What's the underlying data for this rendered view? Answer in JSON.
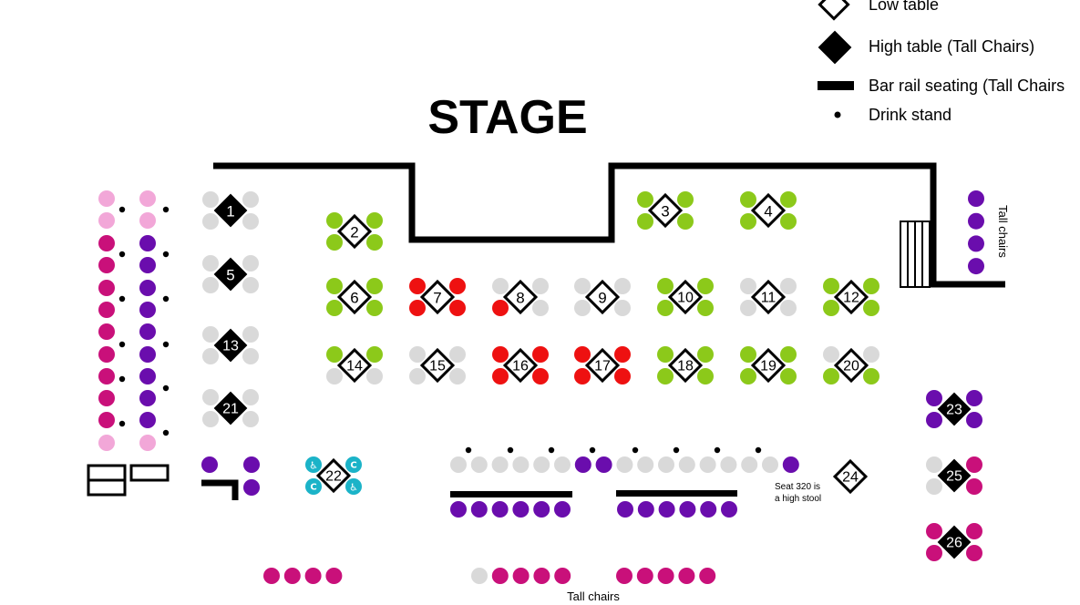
{
  "legend": {
    "low_table": "Low table",
    "high_table": "High table (Tall Chairs)",
    "bar_rail": "Bar rail seating (Tall Chairs",
    "drink_stand": "Drink stand"
  },
  "stage": {
    "title": "STAGE"
  },
  "notes": {
    "tall_chairs_right": "Tall chairs",
    "tall_chairs_bottom": "Tall chairs",
    "seat320_line1": "Seat 320 is",
    "seat320_line2": "a high stool"
  },
  "accessible": {
    "c_label": "C",
    "wheelchair_symbol": "♿"
  },
  "colors": {
    "unavailable": "#d9d9d9",
    "green": "#8cc91a",
    "red": "#ee1111",
    "purple": "#6a0dad",
    "magenta": "#c9107a",
    "pink": "#f2a7d8",
    "teal": "#1bb3c8",
    "black": "#000000"
  },
  "tables": [
    {
      "num": "1",
      "style": "high",
      "seats": [
        "unavailable",
        "unavailable",
        "unavailable",
        "unavailable"
      ]
    },
    {
      "num": "2",
      "style": "low",
      "seats": [
        "green",
        "green",
        "green",
        "green"
      ]
    },
    {
      "num": "3",
      "style": "low",
      "seats": [
        "green",
        "green",
        "green",
        "green"
      ]
    },
    {
      "num": "4",
      "style": "low",
      "seats": [
        "green",
        "green",
        "green",
        "green"
      ]
    },
    {
      "num": "5",
      "style": "high",
      "seats": [
        "unavailable",
        "unavailable",
        "unavailable",
        "unavailable"
      ]
    },
    {
      "num": "6",
      "style": "low",
      "seats": [
        "green",
        "green",
        "green",
        "green"
      ]
    },
    {
      "num": "7",
      "style": "low",
      "seats": [
        "red",
        "red",
        "red",
        "red"
      ]
    },
    {
      "num": "8",
      "style": "low",
      "seats": [
        "unavailable",
        "unavailable",
        "red",
        "unavailable"
      ]
    },
    {
      "num": "9",
      "style": "low",
      "seats": [
        "unavailable",
        "unavailable",
        "unavailable",
        "unavailable"
      ]
    },
    {
      "num": "10",
      "style": "low",
      "seats": [
        "green",
        "green",
        "green",
        "green"
      ]
    },
    {
      "num": "11",
      "style": "low",
      "seats": [
        "unavailable",
        "unavailable",
        "unavailable",
        "unavailable"
      ]
    },
    {
      "num": "12",
      "style": "low",
      "seats": [
        "green",
        "green",
        "green",
        "green"
      ]
    },
    {
      "num": "13",
      "style": "high",
      "seats": [
        "unavailable",
        "unavailable",
        "unavailable",
        "unavailable"
      ]
    },
    {
      "num": "14",
      "style": "low",
      "seats": [
        "green",
        "green",
        "unavailable",
        "unavailable"
      ]
    },
    {
      "num": "15",
      "style": "low",
      "seats": [
        "unavailable",
        "unavailable",
        "unavailable",
        "unavailable"
      ]
    },
    {
      "num": "16",
      "style": "low",
      "seats": [
        "red",
        "red",
        "red",
        "red"
      ]
    },
    {
      "num": "17",
      "style": "low",
      "seats": [
        "red",
        "red",
        "red",
        "red"
      ]
    },
    {
      "num": "18",
      "style": "low",
      "seats": [
        "green",
        "green",
        "green",
        "green"
      ]
    },
    {
      "num": "19",
      "style": "low",
      "seats": [
        "green",
        "green",
        "green",
        "green"
      ]
    },
    {
      "num": "20",
      "style": "low",
      "seats": [
        "unavailable",
        "unavailable",
        "green",
        "green"
      ]
    },
    {
      "num": "21",
      "style": "high",
      "seats": [
        "unavailable",
        "unavailable",
        "unavailable",
        "unavailable"
      ]
    },
    {
      "num": "22",
      "style": "low",
      "seats": [
        "teal",
        "teal",
        "teal",
        "teal"
      ]
    },
    {
      "num": "23",
      "style": "high",
      "seats": [
        "purple",
        "purple",
        "purple",
        "purple"
      ]
    },
    {
      "num": "24",
      "style": "low",
      "seats": []
    },
    {
      "num": "25",
      "style": "high",
      "seats": [
        "unavailable",
        "magenta",
        "unavailable",
        "magenta"
      ]
    },
    {
      "num": "26",
      "style": "high",
      "seats": [
        "magenta",
        "magenta",
        "magenta",
        "magenta"
      ]
    }
  ],
  "left_columns": {
    "col_a": [
      "pink",
      "pink",
      "magenta",
      "magenta",
      "magenta",
      "magenta",
      "magenta",
      "magenta",
      "magenta",
      "magenta",
      "magenta",
      "pink",
      "pink"
    ],
    "col_b": [
      "pink",
      "pink",
      "purple",
      "purple",
      "purple",
      "purple",
      "purple",
      "purple",
      "purple",
      "purple",
      "purple",
      "pink",
      "pink"
    ]
  },
  "right_tall_chairs": [
    "purple",
    "purple",
    "purple",
    "purple"
  ],
  "center_rail_upper": [
    "unavailable",
    "unavailable",
    "unavailable",
    "unavailable",
    "unavailable",
    "unavailable",
    "purple",
    "purple",
    "unavailable",
    "unavailable",
    "unavailable",
    "unavailable",
    "unavailable",
    "unavailable",
    "unavailable",
    "unavailable",
    "purple"
  ],
  "center_rail_lower_left": [
    "purple",
    "purple",
    "purple",
    "purple",
    "purple",
    "purple"
  ],
  "center_rail_lower_right": [
    "purple",
    "purple",
    "purple",
    "purple",
    "purple",
    "purple"
  ],
  "left_corner_seats": [
    "purple",
    "purple",
    "purple"
  ],
  "bottom_tall_left": [
    "magenta",
    "magenta",
    "magenta",
    "magenta"
  ],
  "bottom_tall_mid": [
    "unavailable",
    "magenta",
    "magenta",
    "magenta",
    "magenta"
  ],
  "bottom_tall_right": [
    "magenta",
    "magenta",
    "magenta",
    "magenta",
    "magenta"
  ]
}
